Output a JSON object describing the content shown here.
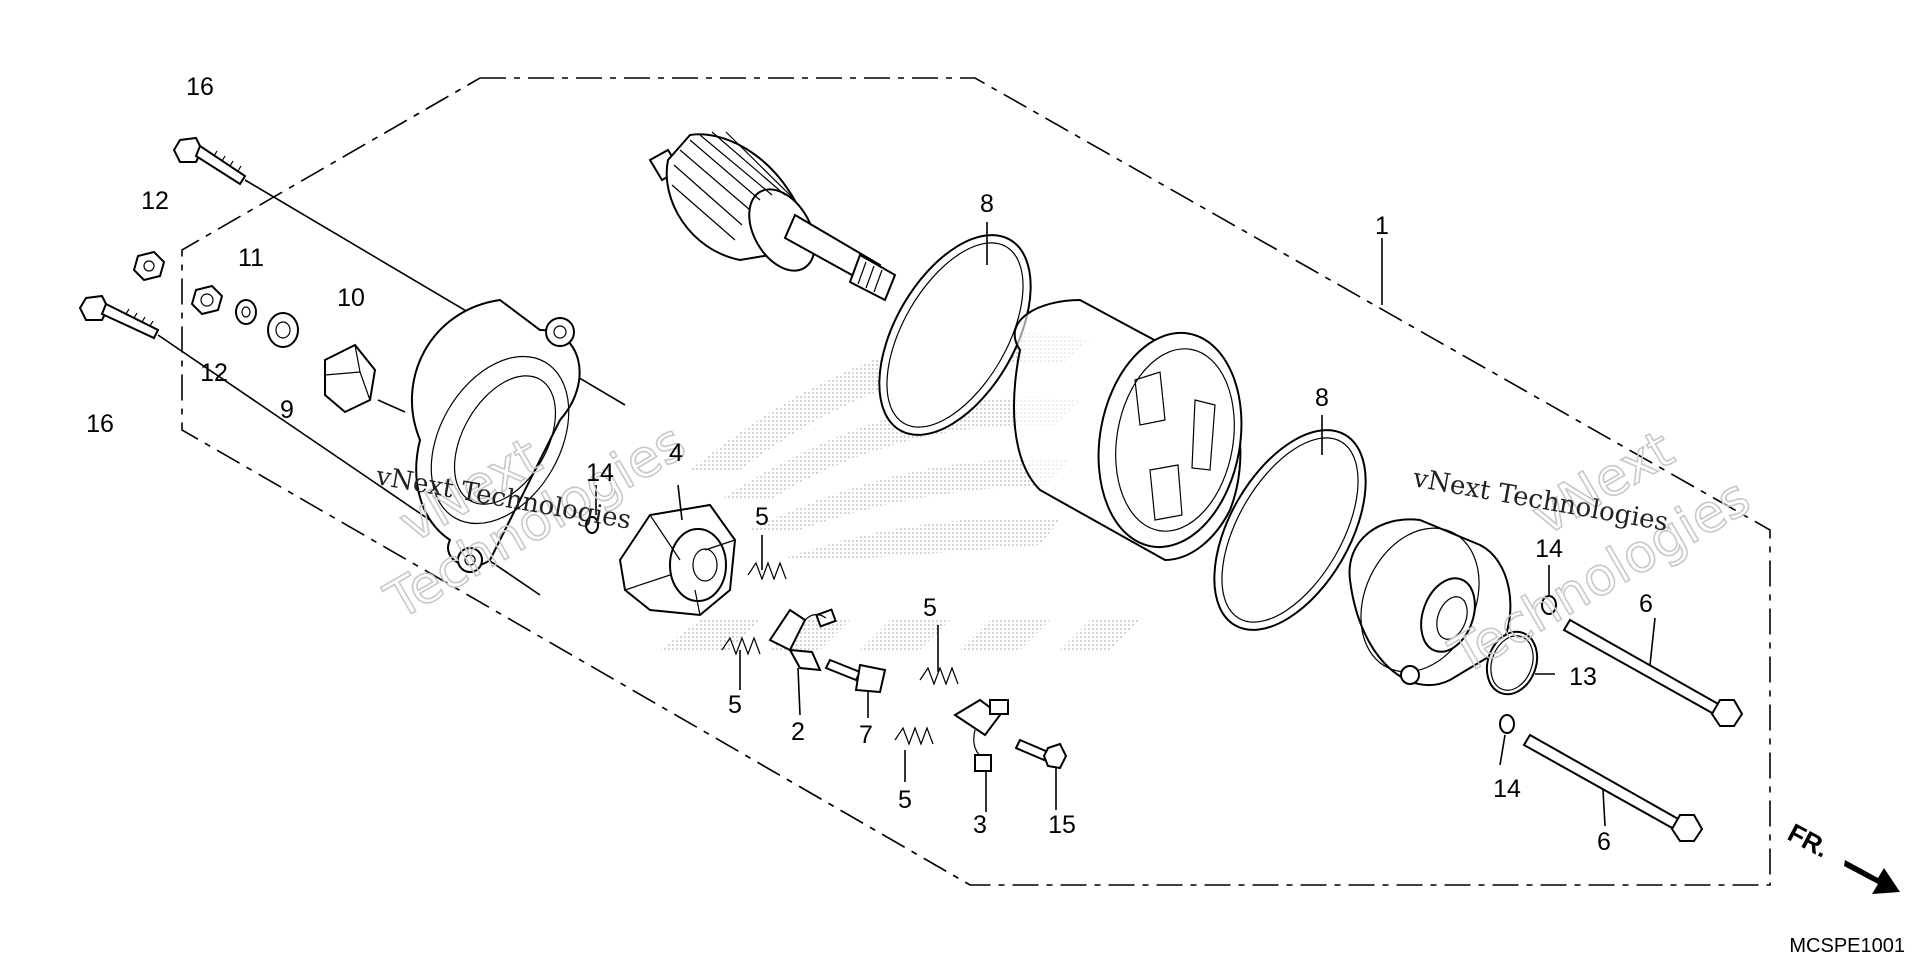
{
  "diagram": {
    "code": "MCSPE1001",
    "direction_label": "FR.",
    "callouts": [
      {
        "id": "c1",
        "text": "1"
      },
      {
        "id": "c2",
        "text": "2"
      },
      {
        "id": "c3",
        "text": "3"
      },
      {
        "id": "c4",
        "text": "4"
      },
      {
        "id": "c5a",
        "text": "5"
      },
      {
        "id": "c5b",
        "text": "5"
      },
      {
        "id": "c5c",
        "text": "5"
      },
      {
        "id": "c5d",
        "text": "5"
      },
      {
        "id": "c6a",
        "text": "6"
      },
      {
        "id": "c6b",
        "text": "6"
      },
      {
        "id": "c7",
        "text": "7"
      },
      {
        "id": "c8a",
        "text": "8"
      },
      {
        "id": "c8b",
        "text": "8"
      },
      {
        "id": "c9",
        "text": "9"
      },
      {
        "id": "c10",
        "text": "10"
      },
      {
        "id": "c11",
        "text": "11"
      },
      {
        "id": "c12a",
        "text": "12"
      },
      {
        "id": "c12b",
        "text": "12"
      },
      {
        "id": "c13",
        "text": "13"
      },
      {
        "id": "c14a",
        "text": "14"
      },
      {
        "id": "c14b",
        "text": "14"
      },
      {
        "id": "c14c",
        "text": "14"
      },
      {
        "id": "c15",
        "text": "15"
      },
      {
        "id": "c16a",
        "text": "16"
      },
      {
        "id": "c16b",
        "text": "16"
      }
    ]
  },
  "watermarks": {
    "line_1": "vNext Technologies",
    "line_2": "vNext Technologies",
    "big_a1": "vNext",
    "big_a2": "Technologies",
    "big_b1": "vNext",
    "big_b2": "Technologies"
  }
}
